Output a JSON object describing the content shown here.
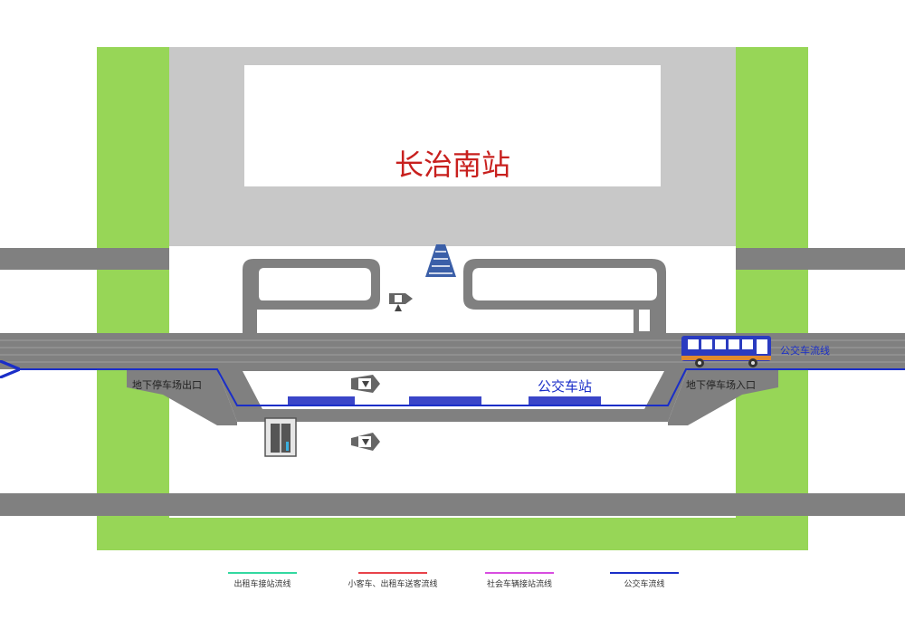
{
  "station": {
    "title": "长治南站"
  },
  "labels": {
    "bus_station": "公交车站",
    "bus_flow": "公交车流线",
    "parking_exit": "地下停车场出口",
    "parking_entrance": "地下停车场入口"
  },
  "legend": [
    {
      "label": "出租车接站流线",
      "color": "#33d9a0"
    },
    {
      "label": "小客车、出租车送客流线",
      "color": "#e8434a"
    },
    {
      "label": "社会车辆接站流线",
      "color": "#d84de0"
    },
    {
      "label": "公交车流线",
      "color": "#1a2ec8"
    }
  ],
  "colors": {
    "green": "#97d657",
    "road": "#808080",
    "plaza": "#c8c8c8",
    "bus_line": "#1a2ec8",
    "title": "#c8201e",
    "bus_label": "#1a2ec8"
  },
  "icons": [
    "bus-icon",
    "railway-track-icon",
    "escalator-icon",
    "elevator-icon"
  ]
}
